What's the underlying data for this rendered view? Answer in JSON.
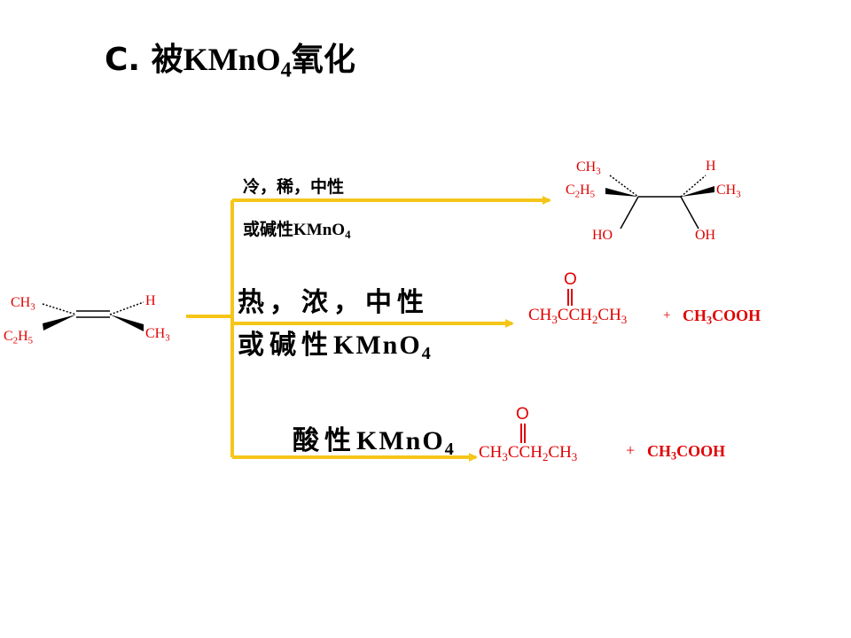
{
  "title": {
    "prefix": "C. 被",
    "reagent": "KMnO",
    "sub": "4",
    "suffix": "氧化"
  },
  "conditions": {
    "cold_line1": "冷，稀，中性",
    "cold_line2_cjk": "或碱性",
    "cold_line2_reagent": "KMnO",
    "cold_line2_sub": "4",
    "hot_line1": "热，浓，中性",
    "hot_line2_cjk": "或碱性",
    "hot_line2_reagent": "KMnO",
    "hot_line2_sub": "4",
    "acid_cjk": "酸性",
    "acid_reagent": "KMnO",
    "acid_sub": "4"
  },
  "reactant": {
    "ch3_left_main": "CH",
    "ch3_left_sub": "3",
    "h_right": "H",
    "c2h5_a": "C",
    "c2h5_a_sub": "2",
    "c2h5_b": "H",
    "c2h5_b_sub": "5",
    "ch3_right_main": "CH",
    "ch3_right_sub": "3"
  },
  "diol_product": {
    "ch3_top_main": "CH",
    "ch3_top_sub": "3",
    "h_top": "H",
    "c2h5_a": "C",
    "c2h5_a_sub": "2",
    "c2h5_b": "H",
    "c2h5_b_sub": "5",
    "ch3_right_main": "CH",
    "ch3_right_sub": "3",
    "ho_left": "HO",
    "oh_right": "OH"
  },
  "ketone_product_hot": {
    "o_atom": "O",
    "p1": "CH",
    "s1": "3",
    "p2": "CCH",
    "s2": "2",
    "p3": "CH",
    "s3": "3",
    "plus": "+",
    "acid_main": "CH",
    "acid_sub": "3",
    "acid_tail": "COOH"
  },
  "ketone_product_acid": {
    "o_atom": "O",
    "p1": "CH",
    "s1": "3",
    "p2": "CCH",
    "s2": "2",
    "p3": "CH",
    "s3": "3",
    "plus": "+",
    "acid_main": "CH",
    "acid_sub": "3",
    "acid_tail": "COOH"
  },
  "colors": {
    "arrow": "#f5c518",
    "molecule": "#e00000",
    "text": "#000000"
  }
}
